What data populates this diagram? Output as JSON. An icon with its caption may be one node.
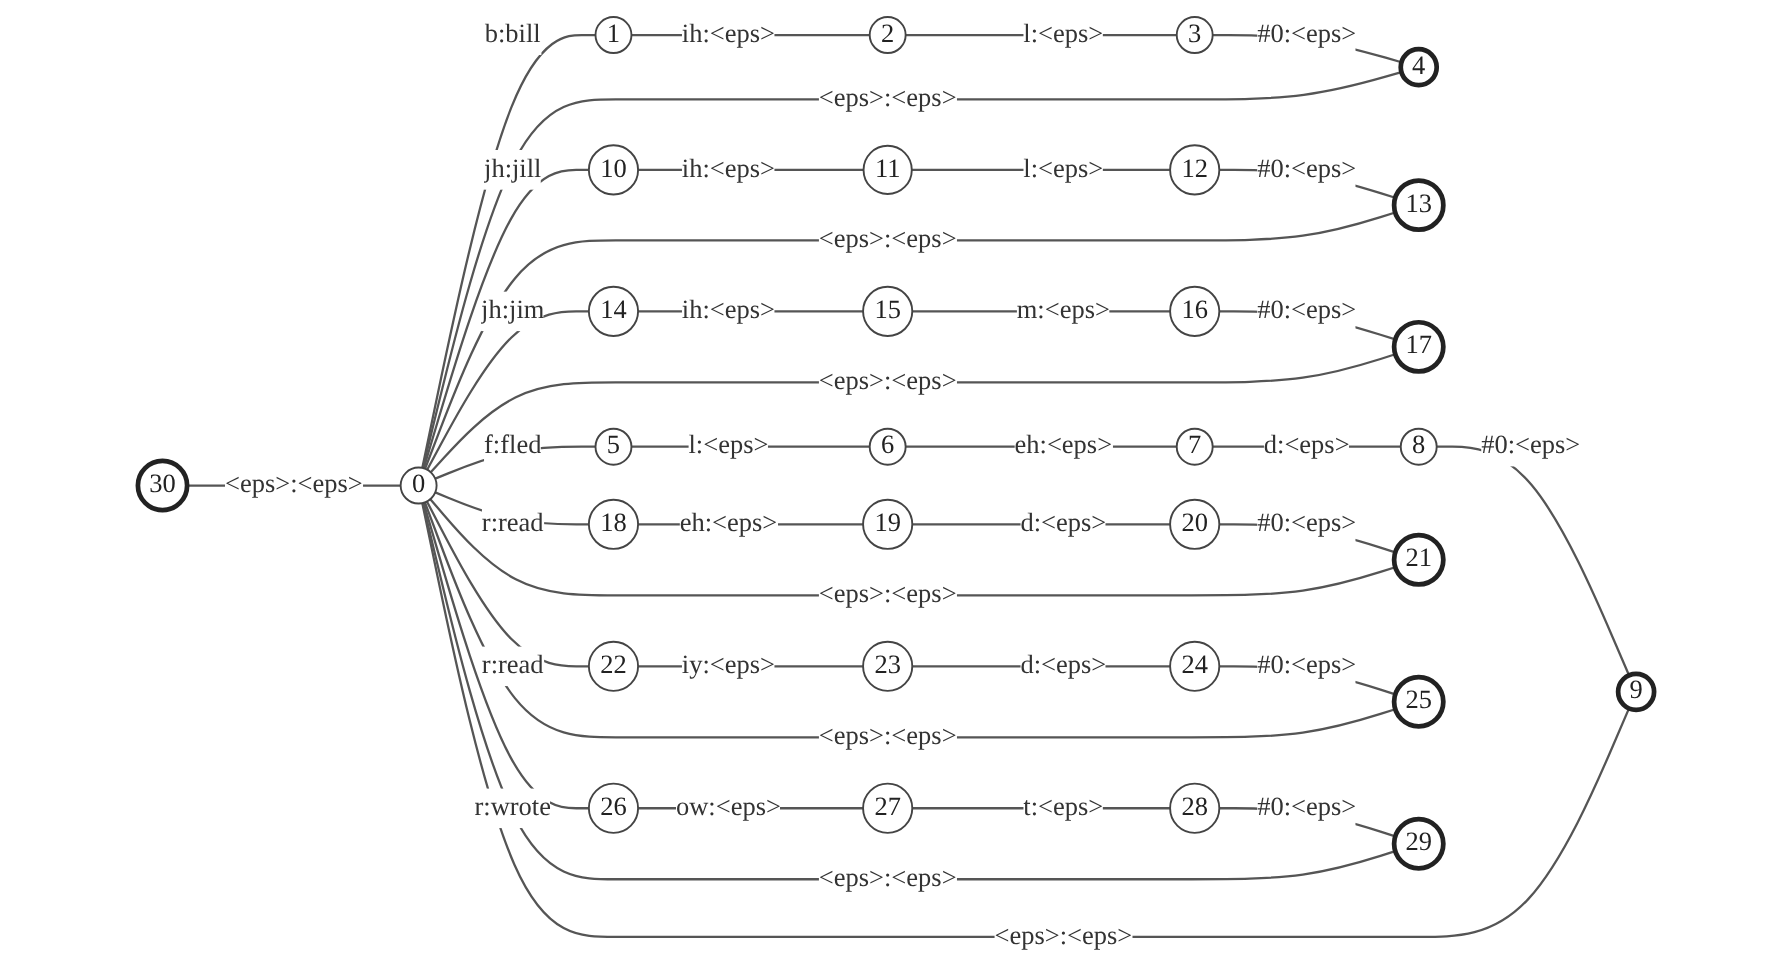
{
  "diagram": {
    "nodes": [
      {
        "text": [
          "30"
        ]
      },
      {
        "text": [
          "0"
        ]
      },
      {
        "text": [
          "1"
        ]
      },
      {
        "text": [
          "2"
        ]
      },
      {
        "text": [
          "3"
        ]
      },
      {
        "text": [
          "4"
        ]
      },
      {
        "text": [
          "10"
        ]
      },
      {
        "text": [
          "11"
        ]
      },
      {
        "text": [
          "12"
        ]
      },
      {
        "text": [
          "13"
        ]
      },
      {
        "text": [
          "14"
        ]
      },
      {
        "text": [
          "15"
        ]
      },
      {
        "text": [
          "16"
        ]
      },
      {
        "text": [
          "17"
        ]
      },
      {
        "text": [
          "5"
        ]
      },
      {
        "text": [
          "6"
        ]
      },
      {
        "text": [
          "7"
        ]
      },
      {
        "text": [
          "8"
        ]
      },
      {
        "text": [
          "9"
        ]
      },
      {
        "text": [
          "18"
        ]
      },
      {
        "text": [
          "19"
        ]
      },
      {
        "text": [
          "20"
        ]
      },
      {
        "text": [
          "21"
        ]
      },
      {
        "text": [
          "22"
        ]
      },
      {
        "text": [
          "23"
        ]
      },
      {
        "text": [
          "24"
        ]
      },
      {
        "text": [
          "25"
        ]
      },
      {
        "text": [
          "26"
        ]
      },
      {
        "text": [
          "27"
        ]
      },
      {
        "text": [
          "28"
        ]
      },
      {
        "text": [
          "29"
        ]
      }
    ],
    "edges": [
      {
        "from": 0,
        "to": 1,
        "label": "<eps>:<eps>",
        "arrow": "none"
      },
      {
        "from": 1,
        "to": 2,
        "label": "b:bill",
        "arrow": "none"
      },
      {
        "from": 2,
        "to": 3,
        "label": "ih:<eps>",
        "arrow": "none"
      },
      {
        "from": 3,
        "to": 4,
        "label": "l:<eps>",
        "arrow": "none"
      },
      {
        "from": 4,
        "to": 5,
        "label": "#0:<eps>",
        "arrow": "none"
      },
      {
        "from": 1,
        "to": 5,
        "label": "<eps>:<eps>",
        "arrow": "none"
      },
      {
        "from": 1,
        "to": 6,
        "label": "jh:jill",
        "arrow": "none"
      },
      {
        "from": 6,
        "to": 7,
        "label": "ih:<eps>",
        "arrow": "none"
      },
      {
        "from": 7,
        "to": 8,
        "label": "l:<eps>",
        "arrow": "none"
      },
      {
        "from": 8,
        "to": 9,
        "label": "#0:<eps>",
        "arrow": "none"
      },
      {
        "from": 1,
        "to": 9,
        "label": "<eps>:<eps>",
        "arrow": "none"
      },
      {
        "from": 1,
        "to": 10,
        "label": "jh:jim",
        "arrow": "none"
      },
      {
        "from": 10,
        "to": 11,
        "label": "ih:<eps>",
        "arrow": "none"
      },
      {
        "from": 11,
        "to": 12,
        "label": "m:<eps>",
        "arrow": "none"
      },
      {
        "from": 12,
        "to": 13,
        "label": "#0:<eps>",
        "arrow": "none"
      },
      {
        "from": 1,
        "to": 13,
        "label": "<eps>:<eps>",
        "arrow": "none"
      },
      {
        "from": 1,
        "to": 14,
        "label": "f:fled",
        "arrow": "none"
      },
      {
        "from": 14,
        "to": 15,
        "label": "l:<eps>",
        "arrow": "none"
      },
      {
        "from": 15,
        "to": 16,
        "label": "eh:<eps>",
        "arrow": "none"
      },
      {
        "from": 16,
        "to": 17,
        "label": "d:<eps>",
        "arrow": "none"
      },
      {
        "from": 17,
        "to": 18,
        "label": "#0:<eps>",
        "arrow": "none"
      },
      {
        "from": 1,
        "to": 18,
        "label": "<eps>:<eps>",
        "arrow": "none"
      },
      {
        "from": 1,
        "to": 19,
        "label": "r:read",
        "arrow": "none"
      },
      {
        "from": 19,
        "to": 20,
        "label": "eh:<eps>",
        "arrow": "none"
      },
      {
        "from": 20,
        "to": 21,
        "label": "d:<eps>",
        "arrow": "none"
      },
      {
        "from": 21,
        "to": 22,
        "label": "#0:<eps>",
        "arrow": "none"
      },
      {
        "from": 1,
        "to": 22,
        "label": "<eps>:<eps>",
        "arrow": "none"
      },
      {
        "from": 1,
        "to": 23,
        "label": "r:read",
        "arrow": "none"
      },
      {
        "from": 23,
        "to": 24,
        "label": "iy:<eps>",
        "arrow": "none"
      },
      {
        "from": 24,
        "to": 25,
        "label": "d:<eps>",
        "arrow": "none"
      },
      {
        "from": 25,
        "to": 26,
        "label": "#0:<eps>",
        "arrow": "none"
      },
      {
        "from": 1,
        "to": 26,
        "label": "<eps>:<eps>",
        "arrow": "none"
      },
      {
        "from": 1,
        "to": 27,
        "label": "r:wrote",
        "arrow": "none"
      },
      {
        "from": 27,
        "to": 28,
        "label": "ow:<eps>",
        "arrow": "none"
      },
      {
        "from": 28,
        "to": 29,
        "label": "t:<eps>",
        "arrow": "none"
      },
      {
        "from": 29,
        "to": 30,
        "label": "#0:<eps>",
        "arrow": "none"
      },
      {
        "from": 1,
        "to": 30,
        "label": "<eps>:<eps>",
        "arrow": "none"
      }
    ]
  }
}
